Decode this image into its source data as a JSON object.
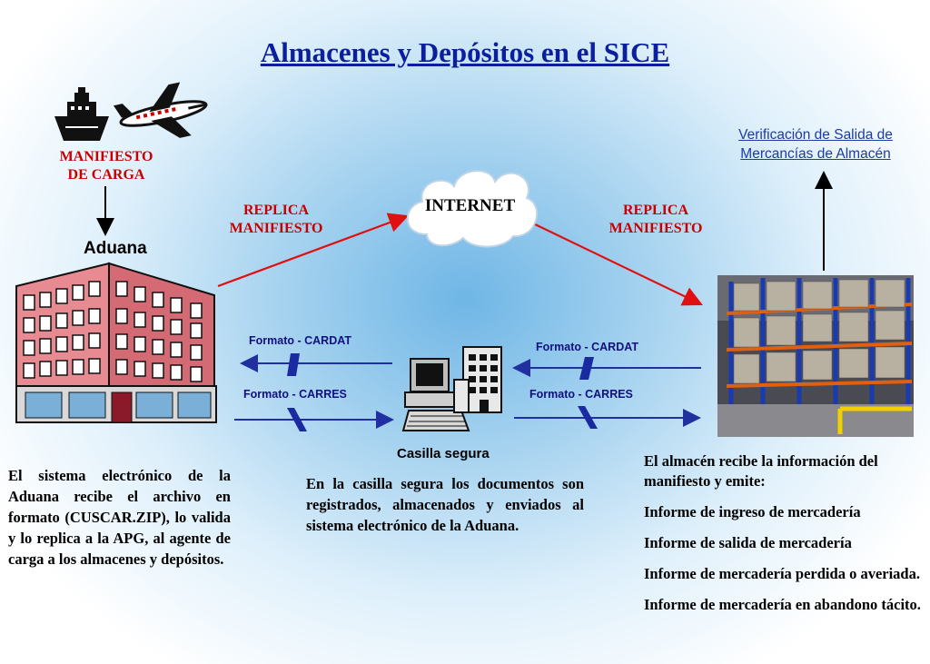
{
  "title": "Almacenes y Depósitos en el SICE",
  "manifiesto_carga": [
    "MANIFIESTO",
    "DE CARGA"
  ],
  "aduana_label": "Aduana",
  "internet_label": "INTERNET",
  "replica_left": [
    "REPLICA",
    "MANIFIESTO"
  ],
  "replica_right": [
    "REPLICA",
    "MANIFIESTO"
  ],
  "verificacion": [
    "Verificación de Salida de",
    "Mercancías de Almacén"
  ],
  "formats": {
    "left_cardat": "Formato - CARDAT",
    "left_carres": "Formato - CARRES",
    "right_cardat": "Formato - CARDAT",
    "right_carres": "Formato - CARRES"
  },
  "casilla_label": "Casilla segura",
  "aduana_text": "El sistema electrónico de la Aduana recibe el archivo en formato (CUSCAR.ZIP), lo valida y lo replica a la APG, al agente de carga a los almacenes y depósitos.",
  "casilla_text": "En la casilla segura los documentos son registrados, almacenados y enviados al sistema electrónico de la Aduana.",
  "almacen_intro": "El almacén recibe la información del manifiesto y emite:",
  "almacen_items": [
    "Informe de ingreso de mercadería",
    "Informe de salida de mercadería",
    "Informe de mercadería perdida o averiada.",
    "Informe de mercadería en abandono tácito."
  ],
  "colors": {
    "title": "#0b1f9e",
    "red_label": "#c80000",
    "arrow_red": "#e01010",
    "arrow_blue": "#2030a0",
    "link_blue": "#1d3aa6"
  },
  "icons": [
    "ship-icon",
    "airplane-icon",
    "building-icon",
    "cloud-icon",
    "computer-icon",
    "server-icon",
    "warehouse-photo"
  ]
}
